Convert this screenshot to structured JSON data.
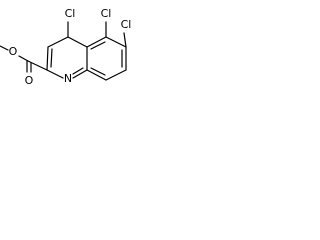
{
  "molecule": {
    "atoms": {
      "cl4": "Cl",
      "cl5": "Cl",
      "cl7": "Cl",
      "n1": "N",
      "o_carbonyl": "O",
      "o_ester": "O"
    }
  }
}
